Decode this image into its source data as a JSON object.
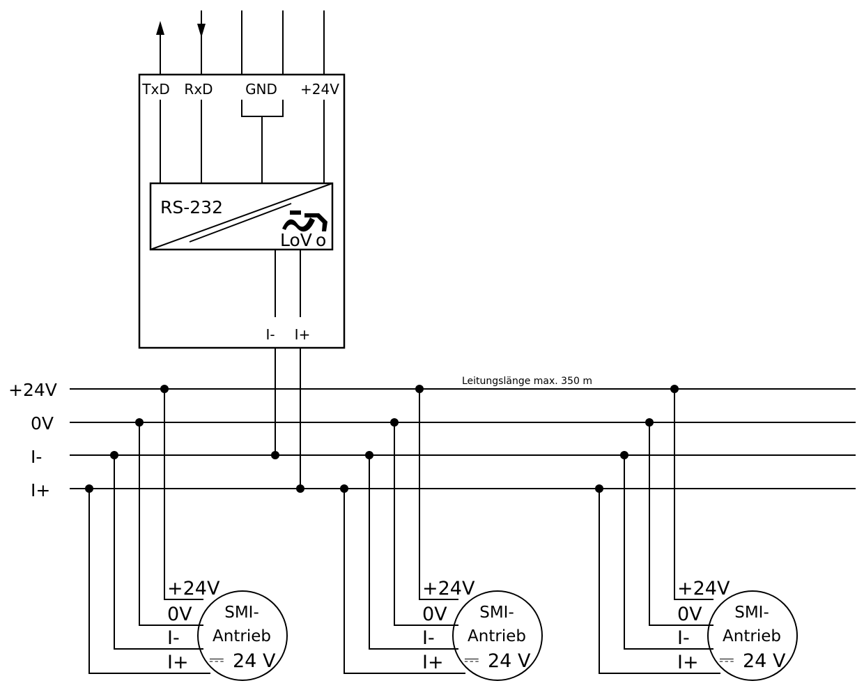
{
  "converter": {
    "pins_top": [
      "TxD",
      "RxD",
      "GND",
      "+24V"
    ],
    "module_label": "RS-232",
    "logo_text": "SMI",
    "led_label": "LoV",
    "led_symbol": "o",
    "pins_bottom": [
      "I-",
      "I+"
    ]
  },
  "bus": {
    "lines": [
      "+24V",
      "0V",
      "I-",
      "I+"
    ],
    "cable_note": "Leitungslänge max. 350 m"
  },
  "drives": [
    {
      "terminals": [
        "+24V",
        "0V",
        "I-",
        "I+"
      ],
      "name_line1": "SMI-",
      "name_line2": "Antrieb",
      "dc_symbol": "⎓",
      "supply": "24 V"
    },
    {
      "terminals": [
        "+24V",
        "0V",
        "I-",
        "I+"
      ],
      "name_line1": "SMI-",
      "name_line2": "Antrieb",
      "dc_symbol": "⎓",
      "supply": "24 V"
    },
    {
      "terminals": [
        "+24V",
        "0V",
        "I-",
        "I+"
      ],
      "name_line1": "SMI-",
      "name_line2": "Antrieb",
      "dc_symbol": "⎓",
      "supply": "24 V"
    }
  ]
}
